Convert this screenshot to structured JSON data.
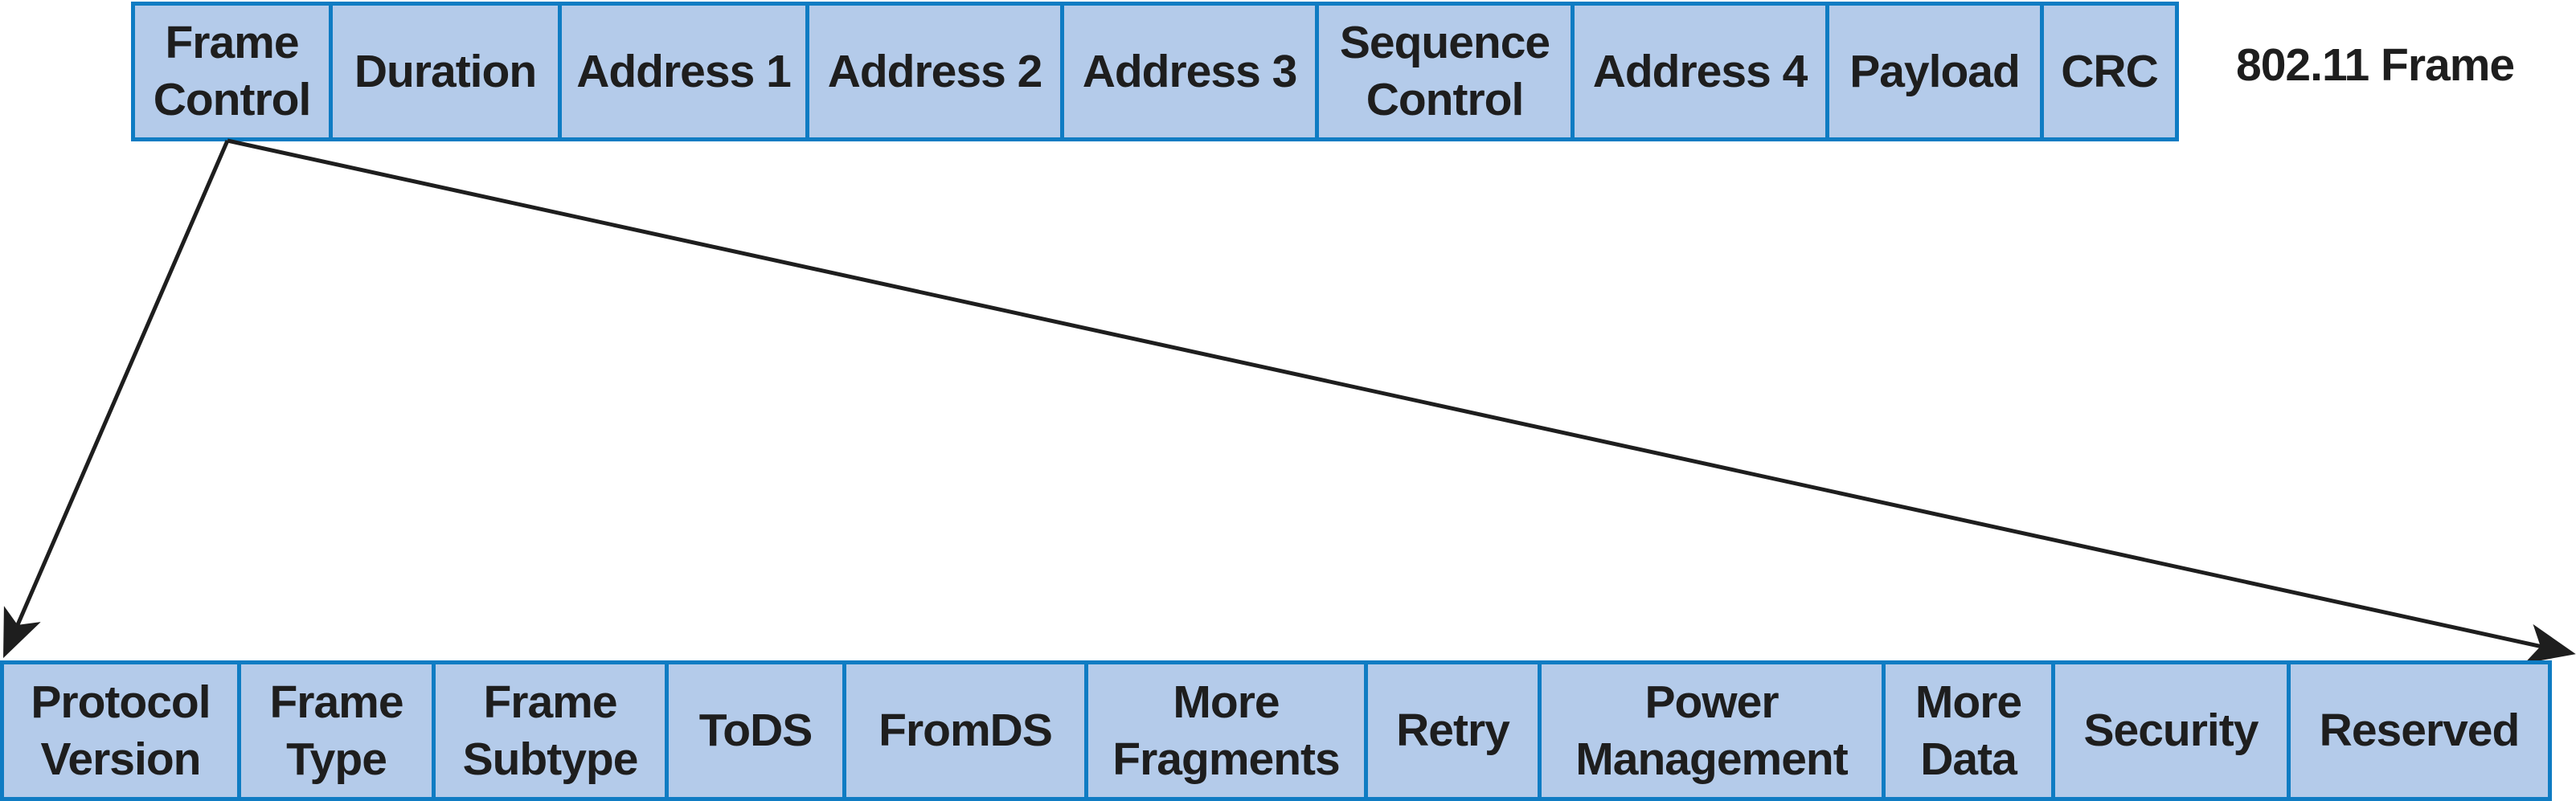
{
  "frame_label": "802.11 Frame",
  "colors": {
    "cell_fill": "#b4cbea",
    "cell_border": "#0f7cc3",
    "text": "#1e1e1e",
    "arrow": "#1e1e1e"
  },
  "top_fields": [
    "Frame\nControl",
    "Duration",
    "Address 1",
    "Address 2",
    "Address 3",
    "Sequence\nControl",
    "Address 4",
    "Payload",
    "CRC"
  ],
  "bottom_fields": [
    "Protocol\nVersion",
    "Frame\nType",
    "Frame\nSubtype",
    "ToDS",
    "FromDS",
    "More\nFragments",
    "Retry",
    "Power\nManagement",
    "More\nData",
    "Security",
    "Reserved"
  ]
}
